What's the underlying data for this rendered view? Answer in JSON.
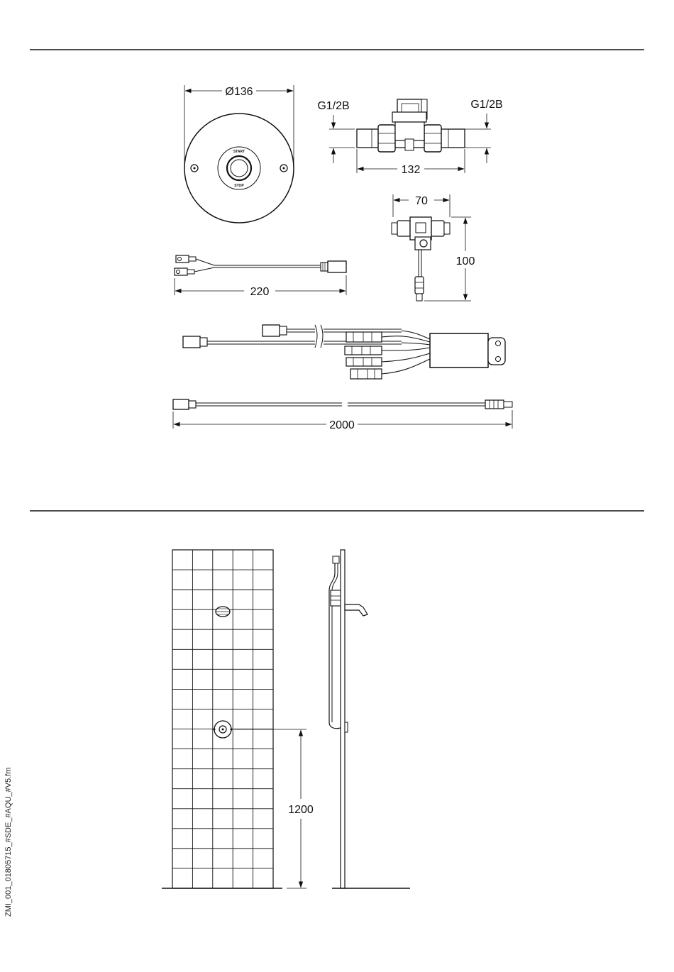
{
  "dimensions": {
    "plate_diameter": "Ø136",
    "thread_left": "G1/2B",
    "thread_right": "G1/2B",
    "valve_length": "132",
    "tee_width": "70",
    "tee_height": "100",
    "cable_short": "220",
    "cable_long": "2000",
    "install_height": "1200"
  },
  "push_button": {
    "label_top": "START",
    "label_bottom": "STOP"
  },
  "document_code": "ZMI_001_01805715_#SDE_#AQU_#V5.fm"
}
